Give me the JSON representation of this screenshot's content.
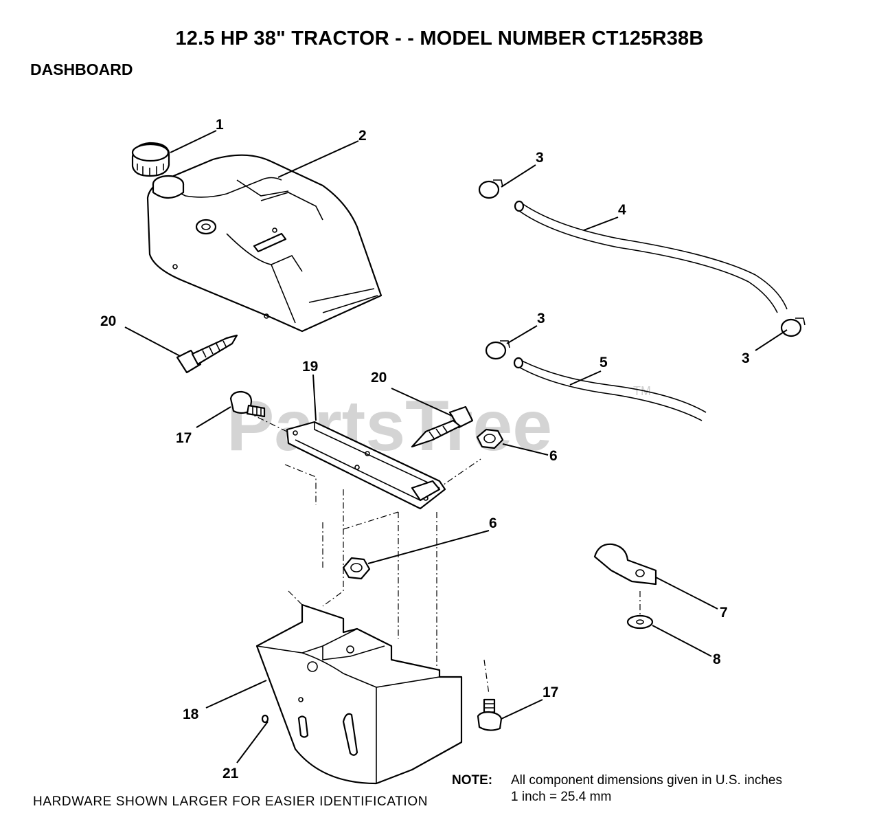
{
  "title": "12.5 HP 38\" TRACTOR - - MODEL NUMBER CT125R38B",
  "section": "DASHBOARD",
  "watermark": "PartsTree",
  "watermark_tm": "TM",
  "callouts": [
    "1",
    "2",
    "3",
    "4",
    "3",
    "3",
    "5",
    "20",
    "19",
    "20",
    "17",
    "6",
    "6",
    "7",
    "8",
    "18",
    "17",
    "21"
  ],
  "note_label": "NOTE:",
  "note_line1": "All component dimensions given in U.S. inches",
  "note_line2": "1 inch = 25.4 mm",
  "footer": "HARDWARE SHOWN LARGER FOR EASIER IDENTIFICATION"
}
